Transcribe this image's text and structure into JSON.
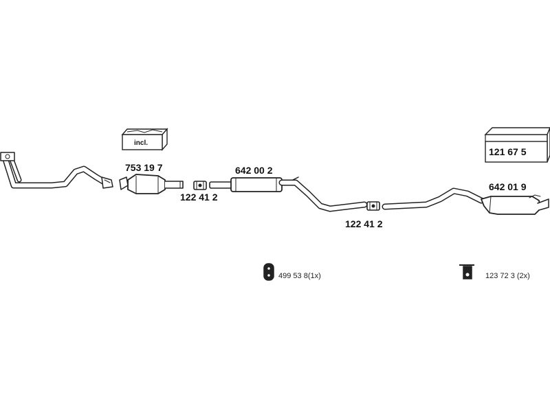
{
  "parts": {
    "catalytic_converter": {
      "number": "753 19 7",
      "kit_note": "incl."
    },
    "connector_front": {
      "number": "122 41 2"
    },
    "middle_silencer": {
      "number": "642 00 2"
    },
    "connector_rear": {
      "number": "122 41 2"
    },
    "rear_silencer": {
      "number": "642 01 9"
    },
    "mounting_kit": {
      "number": "121 67 5"
    }
  },
  "accessories": {
    "rubber_mount": {
      "label": "499 53 8(1x)",
      "icon": "rubber-mount-icon"
    },
    "hanger_clamp": {
      "label": "123 72 3 (2x)",
      "icon": "hanger-clamp-icon"
    }
  }
}
